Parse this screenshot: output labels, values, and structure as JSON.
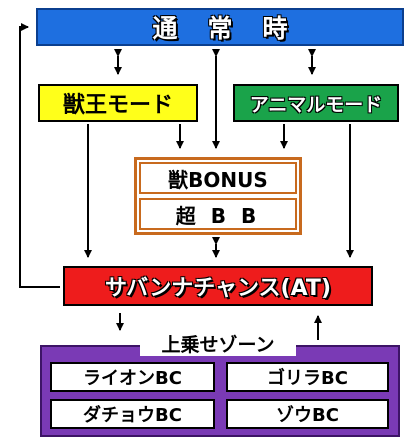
{
  "diagram": {
    "normal": "通常時",
    "beast_mode": "獣王モード",
    "animal_mode": "アニマルモード",
    "beast_bonus": "獣BONUS",
    "super_bb": "超 B B",
    "savanna_chance": "サバンナチャンス(AT)",
    "zone_title": "上乗せゾーン",
    "bc_items": [
      "ライオンBC",
      "ゴリラBC",
      "ダチョウBC",
      "ゾウBC"
    ]
  },
  "colors": {
    "normal_bg": "#1e6fe0",
    "beast_bg": "#ffff1a",
    "animal_bg": "#1aa34a",
    "bonus_border": "#c86a1e",
    "at_bg": "#ee1c1c",
    "zone_bg": "#7a3ab5"
  }
}
